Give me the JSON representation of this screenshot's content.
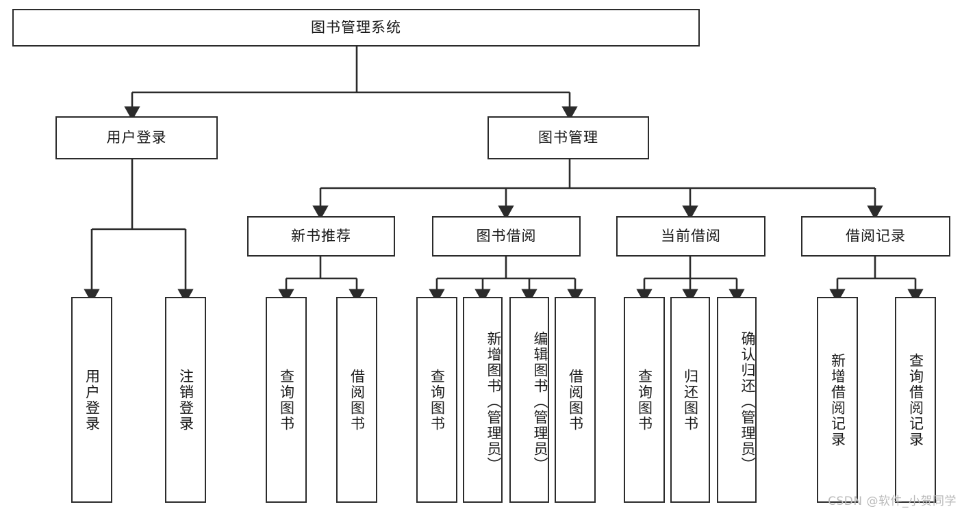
{
  "diagram": {
    "title_node": {
      "label": "图书管理系统"
    },
    "level2": [
      {
        "id": "user-login",
        "label": "用户登录"
      },
      {
        "id": "book-management",
        "label": "图书管理"
      }
    ],
    "level3": [
      {
        "id": "new-book-recommend",
        "label": "新书推荐"
      },
      {
        "id": "book-borrow",
        "label": "图书借阅"
      },
      {
        "id": "current-borrow",
        "label": "当前借阅"
      },
      {
        "id": "borrow-record",
        "label": "借阅记录"
      }
    ],
    "leaves": [
      {
        "id": "leaf-user-login",
        "label": "用户登录"
      },
      {
        "id": "leaf-logout-login",
        "label": "注销登录"
      },
      {
        "id": "leaf-query-book-1",
        "label": "查询图书"
      },
      {
        "id": "leaf-borrow-book-1",
        "label": "借阅图书"
      },
      {
        "id": "leaf-query-book-2",
        "label": "查询图书"
      },
      {
        "id": "leaf-add-book",
        "label": "新增图书（管理员）"
      },
      {
        "id": "leaf-edit-book",
        "label": "编辑图书（管理员）"
      },
      {
        "id": "leaf-borrow-book-2",
        "label": "借阅图书"
      },
      {
        "id": "leaf-query-book-3",
        "label": "查询图书"
      },
      {
        "id": "leaf-return-book",
        "label": "归还图书"
      },
      {
        "id": "leaf-confirm-return",
        "label": "确认归还（管理员）"
      },
      {
        "id": "leaf-add-borrow-record",
        "label": "新增借阅记录"
      },
      {
        "id": "leaf-query-borrow-record",
        "label": "查询借阅记录"
      }
    ],
    "watermark": "CSDN @软件_小贺同学",
    "colors": {
      "stroke": "#2b2b2b",
      "fill": "#ffffff",
      "text": "#1a1a1a",
      "watermark": "#b9b9b9"
    }
  }
}
